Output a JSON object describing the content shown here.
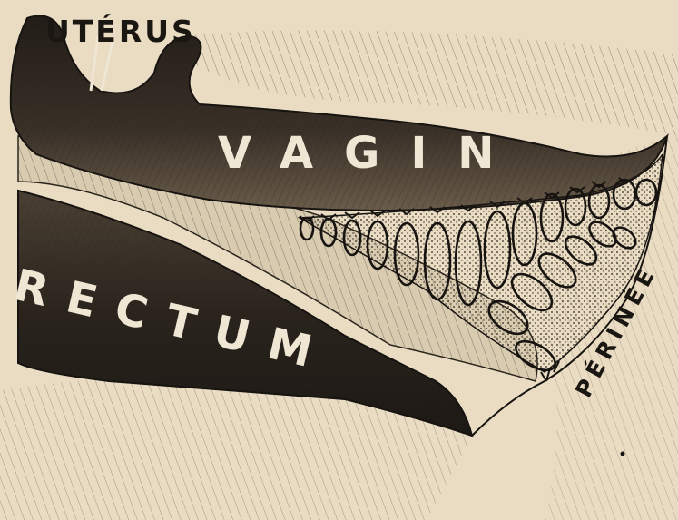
{
  "labels": {
    "uterus": "UTÉRUS",
    "vagin": "VAGIN",
    "rectum": "RECTUM",
    "perinee": "PÉRINÉE"
  },
  "colors": {
    "paper": "#e9dcc2",
    "ink": "#161310",
    "cavity_dark": "#1c1814",
    "tissue_light": "#d9cbb0",
    "label_light": "#efe6d4"
  }
}
